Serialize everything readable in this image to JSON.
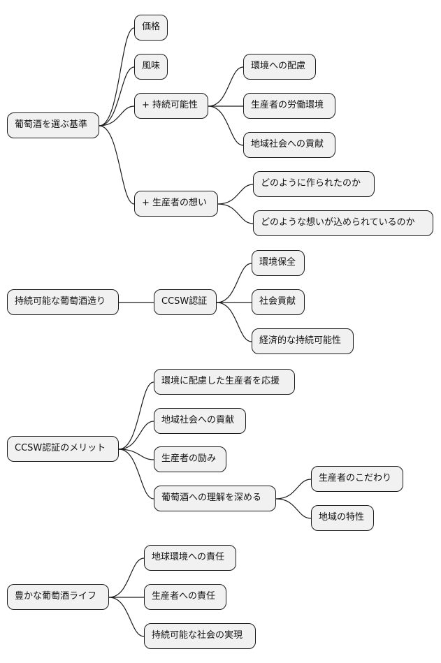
{
  "tree1": {
    "root": "葡萄酒を選ぶ基準",
    "price": "価格",
    "flavor": "風味",
    "sustain": "+ 持続可能性",
    "sustain_env": "環境への配慮",
    "sustain_labor": "生産者の労働環境",
    "sustain_community": "地域社会への貢献",
    "producer": "+ 生産者の想い",
    "producer_how": "どのように作られたのか",
    "producer_what": "どのような想いが込められているのか"
  },
  "tree2": {
    "root": "持続可能な葡萄酒造り",
    "ccsw": "CCSW認証",
    "env": "環境保全",
    "social": "社会貢献",
    "economic": "経済的な持続可能性"
  },
  "tree3": {
    "root": "CCSW認証のメリット",
    "support": "環境に配慮した生産者を応援",
    "community": "地域社会への貢献",
    "encourage": "生産者の励み",
    "understanding": "葡萄酒への理解を深める",
    "commitment": "生産者のこだわり",
    "regional": "地域の特性"
  },
  "tree4": {
    "root": "豊かな葡萄酒ライフ",
    "earth": "地球環境への責任",
    "producers": "生産者への責任",
    "society": "持続可能な社会の実現"
  }
}
